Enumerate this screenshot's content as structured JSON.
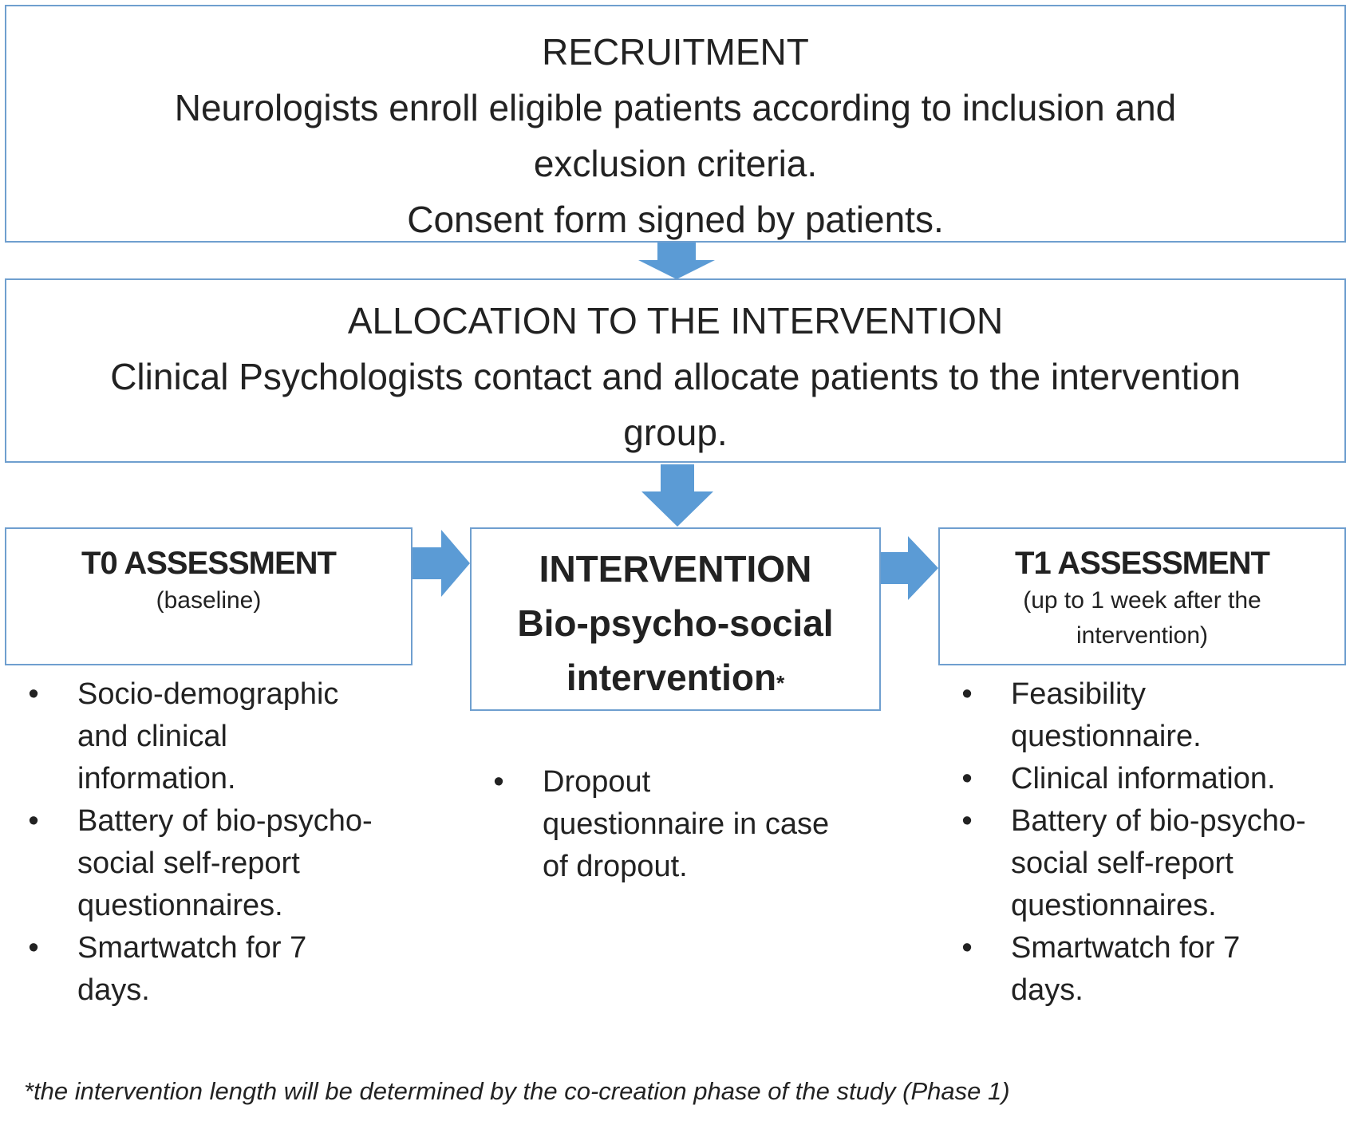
{
  "recruitment": {
    "title": "RECRUITMENT",
    "line1": "Neurologists enroll eligible patients according to inclusion and",
    "line2": "exclusion criteria.",
    "line3": "Consent form signed by patients."
  },
  "allocation": {
    "title": "ALLOCATION TO THE INTERVENTION",
    "line1": "Clinical Psychologists contact and allocate patients to the intervention",
    "line2": "group."
  },
  "t0": {
    "title": "T0 ASSESSMENT",
    "subtitle": "(baseline)",
    "items": [
      {
        "lines": [
          "Socio-demographic",
          "and clinical",
          "information."
        ]
      },
      {
        "lines": [
          "Battery of bio-psycho-",
          "social self-report",
          "questionnaires."
        ]
      },
      {
        "lines": [
          "Smartwatch for 7",
          "days."
        ]
      }
    ]
  },
  "intervention": {
    "title": "INTERVENTION",
    "line1": "Bio-psycho-social",
    "line2": "intervention",
    "asterisk": "*",
    "items": [
      {
        "lines": [
          "Dropout",
          "questionnaire in case",
          "of dropout."
        ]
      }
    ]
  },
  "t1": {
    "title": "T1 ASSESSMENT",
    "subtitle1": "(up to 1 week after the",
    "subtitle2": "intervention)",
    "items": [
      {
        "lines": [
          "Feasibility",
          "questionnaire."
        ]
      },
      {
        "lines": [
          "Clinical information."
        ]
      },
      {
        "lines": [
          "Battery of bio-psycho-",
          "social self-report",
          "questionnaires."
        ]
      },
      {
        "lines": [
          "Smartwatch for 7",
          "days."
        ]
      }
    ]
  },
  "bullet_symbol": "•",
  "footnote": "*the intervention length will be determined by the co-creation phase of the study (Phase 1)",
  "colors": {
    "box_border": "#6f9fcf",
    "arrow_fill": "#5b9bd5"
  }
}
